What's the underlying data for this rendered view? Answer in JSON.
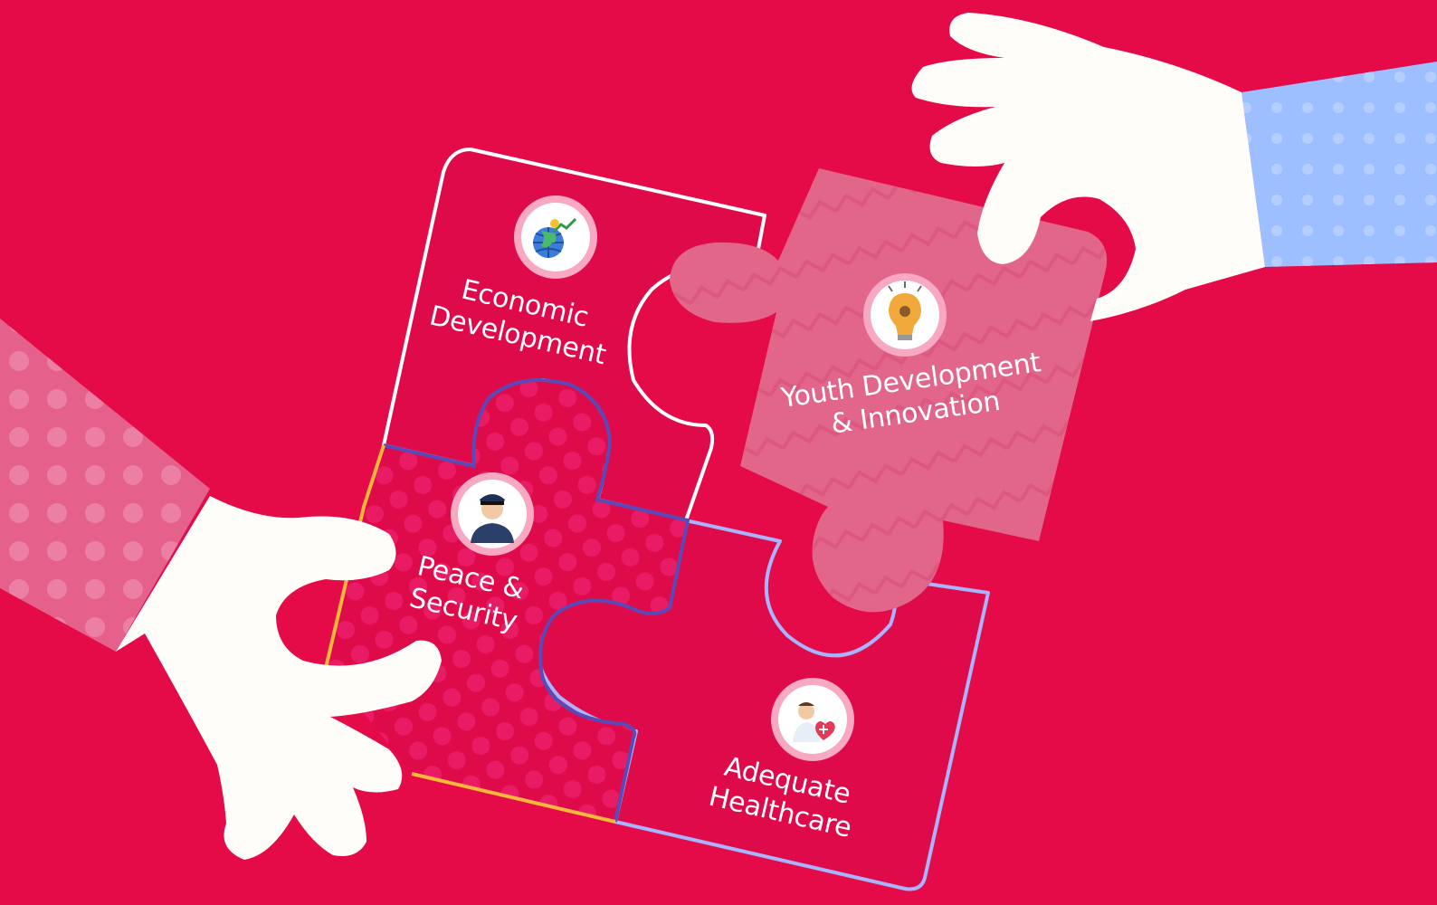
{
  "pieces": [
    {
      "id": "economic",
      "line1": "Economic",
      "line2": "Development",
      "icon": "globe-growth-icon"
    },
    {
      "id": "youth",
      "line1": "Youth Development",
      "line2": "& Innovation",
      "icon": "lightbulb-gears-icon"
    },
    {
      "id": "peace",
      "line1": "Peace &",
      "line2": "Security",
      "icon": "officer-icon"
    },
    {
      "id": "health",
      "line1": "Adequate",
      "line2": "Healthcare",
      "icon": "doctor-heart-icon"
    }
  ],
  "colors": {
    "background": "#e50a48",
    "pink_piece": "#e2658a",
    "hand": "#fefdf9",
    "sleeve_left": "#e5618b",
    "sleeve_right": "#9ebfff",
    "outline_white": "#ffffff",
    "outline_purple": "#5a4ab8",
    "outline_yellow": "#f6b73c",
    "outline_lavender": "#a9b4ff"
  }
}
